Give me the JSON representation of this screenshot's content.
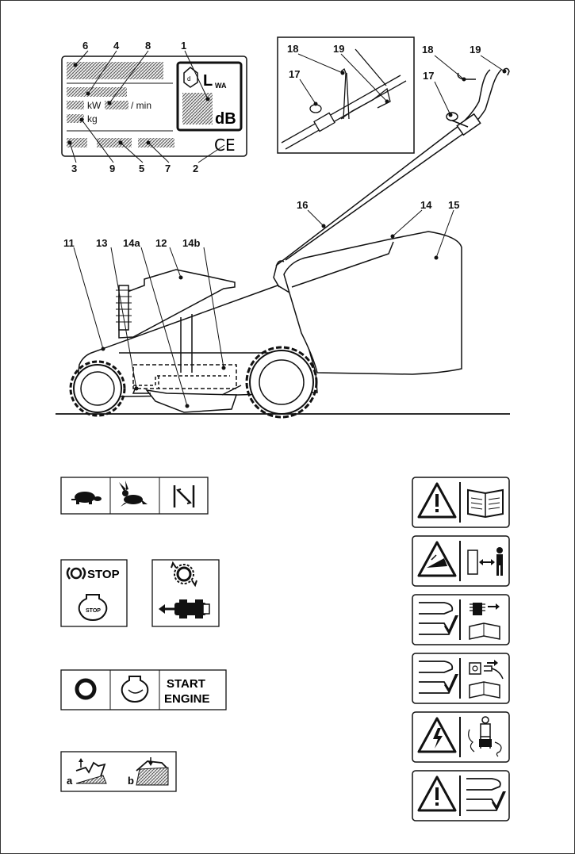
{
  "label_plate": {
    "callouts": {
      "top": [
        "6",
        "4",
        "8",
        "1"
      ],
      "bottom": [
        "3",
        "9",
        "5",
        "7",
        "2"
      ]
    },
    "kw_text": "kW",
    "rpm_text": "/ min",
    "kg_text": "kg",
    "lwa_main": "L",
    "lwa_sub": "WA",
    "db_text": "dB",
    "ce_text": "CE"
  },
  "handle_detail": {
    "labels": [
      "18",
      "19",
      "17"
    ]
  },
  "handle_side": {
    "labels": [
      "18",
      "19",
      "17"
    ]
  },
  "mower": {
    "labels": [
      "16",
      "14",
      "15",
      "11",
      "13",
      "14a",
      "12",
      "14b"
    ]
  },
  "symbols": {
    "stop_text": "STOP",
    "stop_small": "STOP",
    "start_line1": "START",
    "start_line2": "ENGINE",
    "height_a": "a",
    "height_b": "b"
  },
  "icons": [
    "turtle-icon",
    "rabbit-icon",
    "throttle-range-icon",
    "stop-icon",
    "engine-stop-icon",
    "blade-rotation-icon",
    "mower-direction-icon",
    "off-icon",
    "engine-start-icon",
    "height-adjust-icon",
    "warning-read-manual-icon",
    "warning-thrown-objects-icon",
    "disconnect-spark-plug-icon",
    "disconnect-power-icon",
    "electric-shock-icon",
    "warning-blade-icon"
  ]
}
